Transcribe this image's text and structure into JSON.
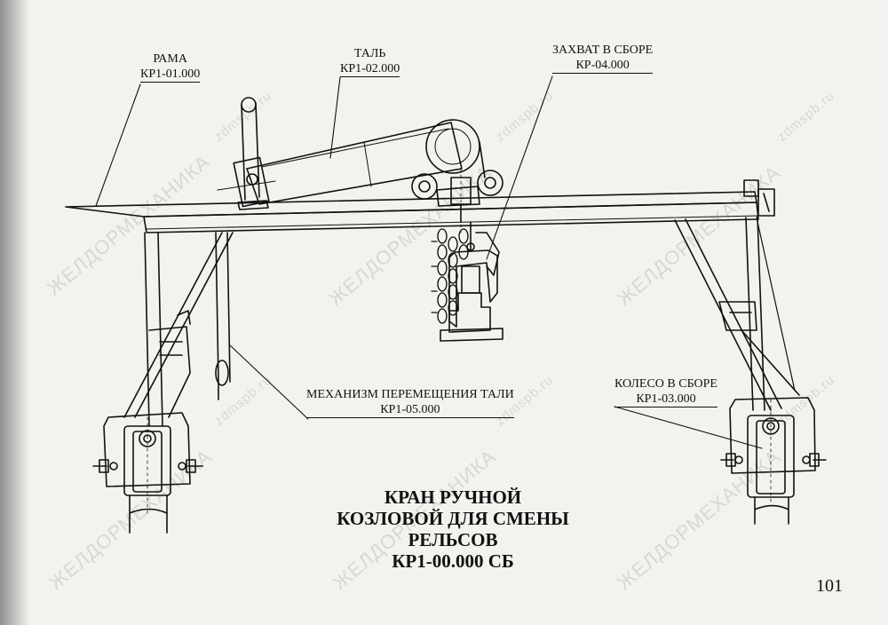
{
  "labels": {
    "frame": {
      "name": "РАМА",
      "code": "КР1-01.000"
    },
    "hoist": {
      "name": "ТАЛЬ",
      "code": "КР1-02.000"
    },
    "grip": {
      "name": "ЗАХВАТ В СБОРЕ",
      "code": "КР-04.000"
    },
    "travel_mechanism": {
      "name": "МЕХАНИЗМ ПЕРЕМЕЩЕНИЯ ТАЛИ",
      "code": "КР1-05.000"
    },
    "wheel": {
      "name": "КОЛЕСО В СБОРЕ",
      "code": "КР1-03.000"
    }
  },
  "title": {
    "line1": "КРАН РУЧНОЙ",
    "line2": "КОЗЛОВОЙ ДЛЯ СМЕНЫ",
    "line3": "РЕЛЬСОВ",
    "line4": "КР1-00.000 СБ"
  },
  "page_number": "101",
  "watermarks": {
    "brand": "ЖЕЛДОРМЕХАНИКА",
    "site": "zdmspb.ru"
  }
}
